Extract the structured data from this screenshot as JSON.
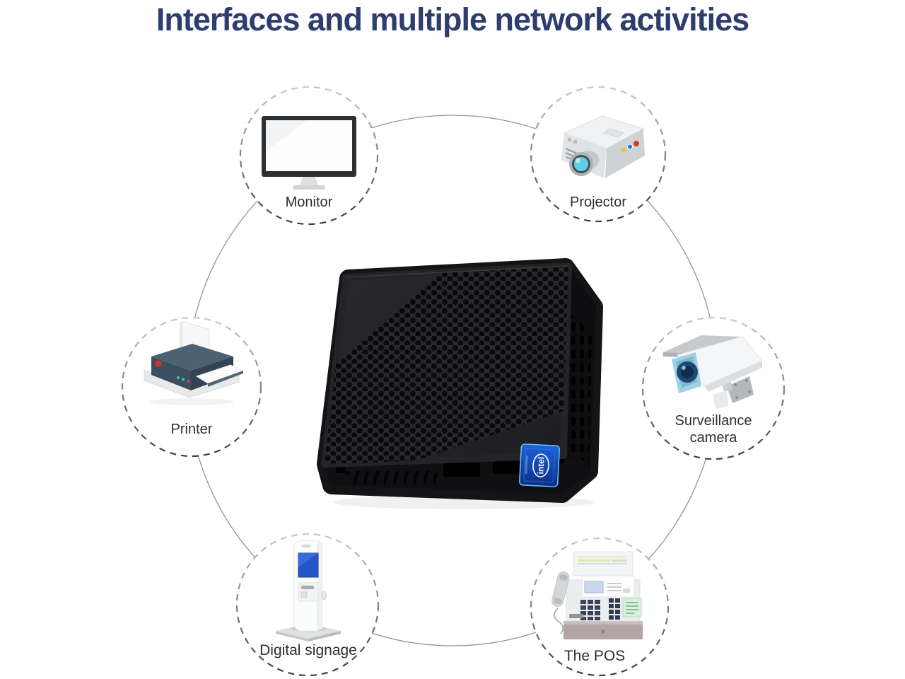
{
  "title": "Interfaces and multiple network activities",
  "center_device": {
    "type": "mini-pc",
    "badge": "intel"
  },
  "devices": [
    {
      "id": "monitor",
      "label": "Monitor"
    },
    {
      "id": "projector",
      "label": "Projector"
    },
    {
      "id": "printer",
      "label": "Printer"
    },
    {
      "id": "surveillance-camera",
      "label": "Surveillance camera"
    },
    {
      "id": "digital-signage",
      "label": "Digital signage"
    },
    {
      "id": "the-pos",
      "label": "The POS"
    }
  ],
  "icons": [
    "monitor-icon",
    "projector-icon",
    "printer-icon",
    "surveillance-camera-icon",
    "digital-signage-icon",
    "pos-icon",
    "intel-badge"
  ],
  "colors": {
    "background": "#ffffff",
    "title": "#2d3d6d",
    "label": "#2e2e2e",
    "dash_dark": "#3e3e3e",
    "dash_light": "#c8c8c8",
    "ring": "#8f9499",
    "pc_body": "#232328",
    "intel_blue": "#1b5fd6",
    "signage_screen_blue": "#2356c8",
    "projector_lens_cyan": "#5fd0e4"
  }
}
